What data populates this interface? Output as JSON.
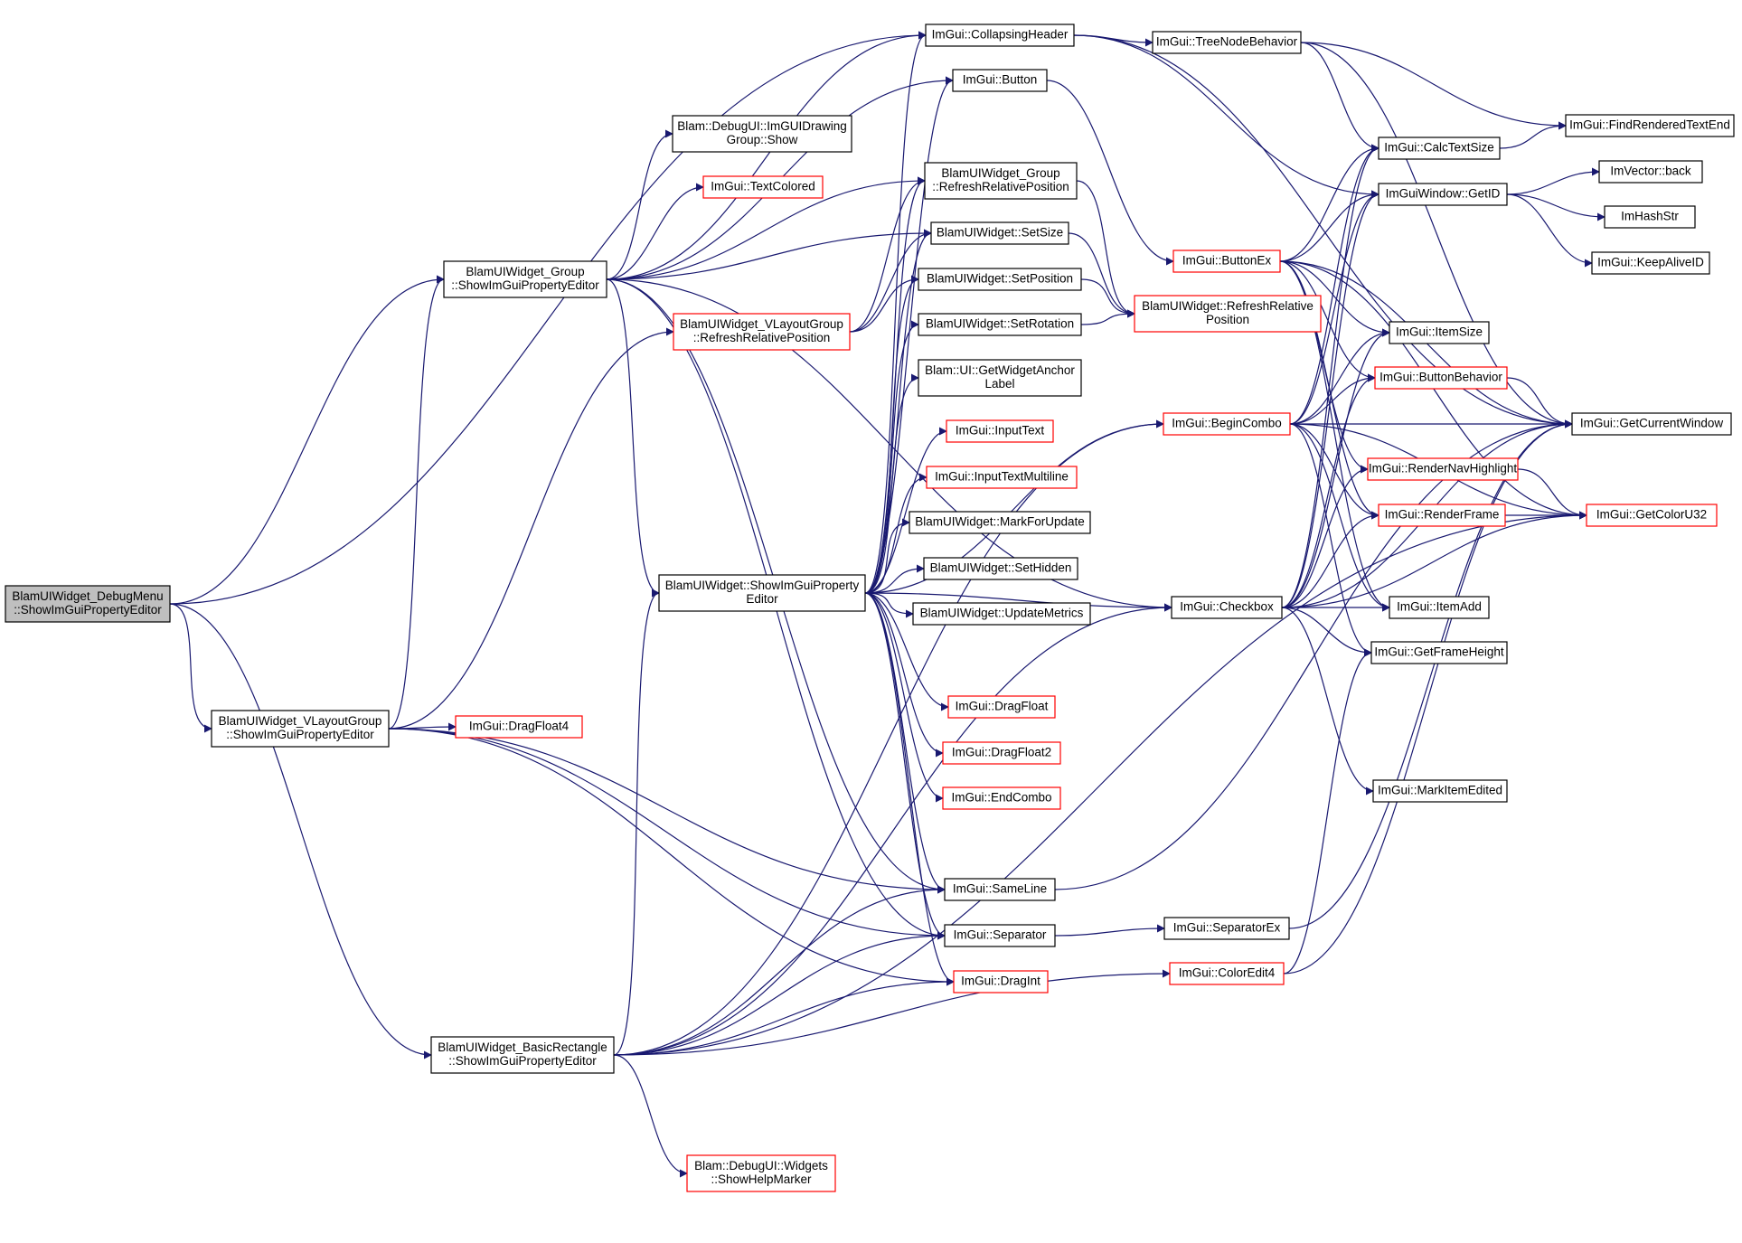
{
  "diagram": {
    "type": "call-graph",
    "colors": {
      "edge": "#191970",
      "node_border_normal": "#000000",
      "node_border_truncated": "#ff0000",
      "root_fill": "#bfbfbf",
      "node_fill": "#ffffff"
    },
    "nodes": [
      {
        "id": "root",
        "lines": [
          "BlamUIWidget_DebugMenu",
          "::ShowImGuiPropertyEditor"
        ],
        "truncated": false,
        "root": true
      },
      {
        "id": "group_show",
        "lines": [
          "BlamUIWidget_Group",
          "::ShowImGuiPropertyEditor"
        ],
        "truncated": false
      },
      {
        "id": "vlayout_show",
        "lines": [
          "BlamUIWidget_VLayoutGroup",
          "::ShowImGuiPropertyEditor"
        ],
        "truncated": false
      },
      {
        "id": "basicrect_show",
        "lines": [
          "BlamUIWidget_BasicRectangle",
          "::ShowImGuiPropertyEditor"
        ],
        "truncated": false
      },
      {
        "id": "debugui_drawgroup",
        "lines": [
          "Blam::DebugUI::ImGUIDrawing",
          "Group::Show"
        ],
        "truncated": false
      },
      {
        "id": "textcolored",
        "lines": [
          "ImGui::TextColored"
        ],
        "truncated": true
      },
      {
        "id": "vlayout_refresh",
        "lines": [
          "BlamUIWidget_VLayoutGroup",
          "::RefreshRelativePosition"
        ],
        "truncated": true
      },
      {
        "id": "dragfloat4",
        "lines": [
          "ImGui::DragFloat4"
        ],
        "truncated": true
      },
      {
        "id": "widget_show",
        "lines": [
          "BlamUIWidget::ShowImGuiProperty",
          "Editor"
        ],
        "truncated": false
      },
      {
        "id": "showhelpmarker",
        "lines": [
          "Blam::DebugUI::Widgets",
          "::ShowHelpMarker"
        ],
        "truncated": true
      },
      {
        "id": "collapsingheader",
        "lines": [
          "ImGui::CollapsingHeader"
        ],
        "truncated": false
      },
      {
        "id": "button",
        "lines": [
          "ImGui::Button"
        ],
        "truncated": false
      },
      {
        "id": "group_refresh",
        "lines": [
          "BlamUIWidget_Group",
          "::RefreshRelativePosition"
        ],
        "truncated": false
      },
      {
        "id": "setsize",
        "lines": [
          "BlamUIWidget::SetSize"
        ],
        "truncated": false
      },
      {
        "id": "setposition",
        "lines": [
          "BlamUIWidget::SetPosition"
        ],
        "truncated": false
      },
      {
        "id": "setrotation",
        "lines": [
          "BlamUIWidget::SetRotation"
        ],
        "truncated": false
      },
      {
        "id": "getwidgetanchor",
        "lines": [
          "Blam::UI::GetWidgetAnchor",
          "Label"
        ],
        "truncated": false
      },
      {
        "id": "inputtext",
        "lines": [
          "ImGui::InputText"
        ],
        "truncated": true
      },
      {
        "id": "inputtextmulti",
        "lines": [
          "ImGui::InputTextMultiline"
        ],
        "truncated": true
      },
      {
        "id": "markforupdate",
        "lines": [
          "BlamUIWidget::MarkForUpdate"
        ],
        "truncated": false
      },
      {
        "id": "sethidden",
        "lines": [
          "BlamUIWidget::SetHidden"
        ],
        "truncated": false
      },
      {
        "id": "updatemetrics",
        "lines": [
          "BlamUIWidget::UpdateMetrics"
        ],
        "truncated": false
      },
      {
        "id": "dragfloat",
        "lines": [
          "ImGui::DragFloat"
        ],
        "truncated": true
      },
      {
        "id": "dragfloat2",
        "lines": [
          "ImGui::DragFloat2"
        ],
        "truncated": true
      },
      {
        "id": "endcombo",
        "lines": [
          "ImGui::EndCombo"
        ],
        "truncated": true
      },
      {
        "id": "sameline",
        "lines": [
          "ImGui::SameLine"
        ],
        "truncated": false
      },
      {
        "id": "separator",
        "lines": [
          "ImGui::Separator"
        ],
        "truncated": false
      },
      {
        "id": "dragint",
        "lines": [
          "ImGui::DragInt"
        ],
        "truncated": true
      },
      {
        "id": "treenodebehavior",
        "lines": [
          "ImGui::TreeNodeBehavior"
        ],
        "truncated": false
      },
      {
        "id": "buttonex",
        "lines": [
          "ImGui::ButtonEx"
        ],
        "truncated": true
      },
      {
        "id": "widget_refresh",
        "lines": [
          "BlamUIWidget::RefreshRelative",
          "Position"
        ],
        "truncated": true
      },
      {
        "id": "begincombo",
        "lines": [
          "ImGui::BeginCombo"
        ],
        "truncated": true
      },
      {
        "id": "checkbox",
        "lines": [
          "ImGui::Checkbox"
        ],
        "truncated": false
      },
      {
        "id": "separatorex",
        "lines": [
          "ImGui::SeparatorEx"
        ],
        "truncated": false
      },
      {
        "id": "coloredit4",
        "lines": [
          "ImGui::ColorEdit4"
        ],
        "truncated": true
      },
      {
        "id": "calctextsize",
        "lines": [
          "ImGui::CalcTextSize"
        ],
        "truncated": false
      },
      {
        "id": "getid",
        "lines": [
          "ImGuiWindow::GetID"
        ],
        "truncated": false
      },
      {
        "id": "itemsize",
        "lines": [
          "ImGui::ItemSize"
        ],
        "truncated": false
      },
      {
        "id": "buttonbehavior",
        "lines": [
          "ImGui::ButtonBehavior"
        ],
        "truncated": true
      },
      {
        "id": "rendernavhighlight",
        "lines": [
          "ImGui::RenderNavHighlight"
        ],
        "truncated": true
      },
      {
        "id": "renderframe",
        "lines": [
          "ImGui::RenderFrame"
        ],
        "truncated": true
      },
      {
        "id": "itemadd",
        "lines": [
          "ImGui::ItemAdd"
        ],
        "truncated": false
      },
      {
        "id": "getframeheight",
        "lines": [
          "ImGui::GetFrameHeight"
        ],
        "truncated": false
      },
      {
        "id": "markitemedited",
        "lines": [
          "ImGui::MarkItemEdited"
        ],
        "truncated": false
      },
      {
        "id": "findrenderedtextend",
        "lines": [
          "ImGui::FindRenderedTextEnd"
        ],
        "truncated": false
      },
      {
        "id": "imvector_back",
        "lines": [
          "ImVector::back"
        ],
        "truncated": false
      },
      {
        "id": "imhashstr",
        "lines": [
          "ImHashStr"
        ],
        "truncated": false
      },
      {
        "id": "keepaliveid",
        "lines": [
          "ImGui::KeepAliveID"
        ],
        "truncated": false
      },
      {
        "id": "getcurrentwindow",
        "lines": [
          "ImGui::GetCurrentWindow"
        ],
        "truncated": false
      },
      {
        "id": "getcoloru32",
        "lines": [
          "ImGui::GetColorU32"
        ],
        "truncated": true
      }
    ],
    "edges": [
      [
        "root",
        "collapsingheader"
      ],
      [
        "root",
        "group_show"
      ],
      [
        "root",
        "vlayout_show"
      ],
      [
        "root",
        "basicrect_show"
      ],
      [
        "group_show",
        "collapsingheader"
      ],
      [
        "group_show",
        "button"
      ],
      [
        "group_show",
        "debugui_drawgroup"
      ],
      [
        "group_show",
        "textcolored"
      ],
      [
        "group_show",
        "group_refresh"
      ],
      [
        "group_show",
        "setsize"
      ],
      [
        "group_show",
        "widget_show"
      ],
      [
        "group_show",
        "sameline"
      ],
      [
        "group_show",
        "separator"
      ],
      [
        "group_show",
        "checkbox"
      ],
      [
        "vlayout_show",
        "group_show"
      ],
      [
        "vlayout_show",
        "vlayout_refresh"
      ],
      [
        "vlayout_show",
        "dragfloat4"
      ],
      [
        "vlayout_show",
        "separator"
      ],
      [
        "vlayout_show",
        "sameline"
      ],
      [
        "vlayout_show",
        "dragint"
      ],
      [
        "basicrect_show",
        "widget_show"
      ],
      [
        "basicrect_show",
        "sameline"
      ],
      [
        "basicrect_show",
        "separator"
      ],
      [
        "basicrect_show",
        "dragint"
      ],
      [
        "basicrect_show",
        "checkbox"
      ],
      [
        "basicrect_show",
        "begincombo"
      ],
      [
        "basicrect_show",
        "coloredit4"
      ],
      [
        "basicrect_show",
        "showhelpmarker"
      ],
      [
        "basicrect_show",
        "getcoloru32"
      ],
      [
        "vlayout_refresh",
        "group_refresh"
      ],
      [
        "vlayout_refresh",
        "setsize"
      ],
      [
        "vlayout_refresh",
        "setposition"
      ],
      [
        "widget_show",
        "button"
      ],
      [
        "widget_show",
        "collapsingheader"
      ],
      [
        "widget_show",
        "group_refresh"
      ],
      [
        "widget_show",
        "setsize"
      ],
      [
        "widget_show",
        "setposition"
      ],
      [
        "widget_show",
        "setrotation"
      ],
      [
        "widget_show",
        "getwidgetanchor"
      ],
      [
        "widget_show",
        "inputtext"
      ],
      [
        "widget_show",
        "inputtextmulti"
      ],
      [
        "widget_show",
        "markforupdate"
      ],
      [
        "widget_show",
        "sethidden"
      ],
      [
        "widget_show",
        "updatemetrics"
      ],
      [
        "widget_show",
        "checkbox"
      ],
      [
        "widget_show",
        "dragfloat"
      ],
      [
        "widget_show",
        "dragfloat2"
      ],
      [
        "widget_show",
        "endcombo"
      ],
      [
        "widget_show",
        "sameline"
      ],
      [
        "widget_show",
        "separator"
      ],
      [
        "widget_show",
        "dragint"
      ],
      [
        "widget_show",
        "begincombo"
      ],
      [
        "collapsingheader",
        "treenodebehavior"
      ],
      [
        "collapsingheader",
        "getid"
      ],
      [
        "collapsingheader",
        "getcurrentwindow"
      ],
      [
        "button",
        "buttonex"
      ],
      [
        "group_refresh",
        "widget_refresh"
      ],
      [
        "setsize",
        "widget_refresh"
      ],
      [
        "setposition",
        "widget_refresh"
      ],
      [
        "setrotation",
        "widget_refresh"
      ],
      [
        "treenodebehavior",
        "calctextsize"
      ],
      [
        "treenodebehavior",
        "findrenderedtextend"
      ],
      [
        "treenodebehavior",
        "getcurrentwindow"
      ],
      [
        "buttonex",
        "calctextsize"
      ],
      [
        "buttonex",
        "getid"
      ],
      [
        "buttonex",
        "itemsize"
      ],
      [
        "buttonex",
        "buttonbehavior"
      ],
      [
        "buttonex",
        "rendernavhighlight"
      ],
      [
        "buttonex",
        "renderframe"
      ],
      [
        "buttonex",
        "itemadd"
      ],
      [
        "buttonex",
        "getcurrentwindow"
      ],
      [
        "buttonex",
        "getcoloru32"
      ],
      [
        "begincombo",
        "calctextsize"
      ],
      [
        "begincombo",
        "getid"
      ],
      [
        "begincombo",
        "itemsize"
      ],
      [
        "begincombo",
        "buttonbehavior"
      ],
      [
        "begincombo",
        "getcurrentwindow"
      ],
      [
        "begincombo",
        "itemadd"
      ],
      [
        "begincombo",
        "getframeheight"
      ],
      [
        "begincombo",
        "renderframe"
      ],
      [
        "begincombo",
        "getcoloru32"
      ],
      [
        "checkbox",
        "calctextsize"
      ],
      [
        "checkbox",
        "getid"
      ],
      [
        "checkbox",
        "itemsize"
      ],
      [
        "checkbox",
        "buttonbehavior"
      ],
      [
        "checkbox",
        "rendernavhighlight"
      ],
      [
        "checkbox",
        "renderframe"
      ],
      [
        "checkbox",
        "itemadd"
      ],
      [
        "checkbox",
        "getframeheight"
      ],
      [
        "checkbox",
        "markitemedited"
      ],
      [
        "checkbox",
        "getcurrentwindow"
      ],
      [
        "checkbox",
        "getcoloru32"
      ],
      [
        "sameline",
        "getcurrentwindow"
      ],
      [
        "separator",
        "separatorex"
      ],
      [
        "separatorex",
        "getcurrentwindow"
      ],
      [
        "coloredit4",
        "getframeheight"
      ],
      [
        "coloredit4",
        "getcurrentwindow"
      ],
      [
        "calctextsize",
        "findrenderedtextend"
      ],
      [
        "getid",
        "imvector_back"
      ],
      [
        "getid",
        "imhashstr"
      ],
      [
        "getid",
        "keepaliveid"
      ],
      [
        "buttonbehavior",
        "getcurrentwindow"
      ],
      [
        "rendernavhighlight",
        "getcoloru32"
      ],
      [
        "renderframe",
        "getcoloru32"
      ]
    ]
  }
}
